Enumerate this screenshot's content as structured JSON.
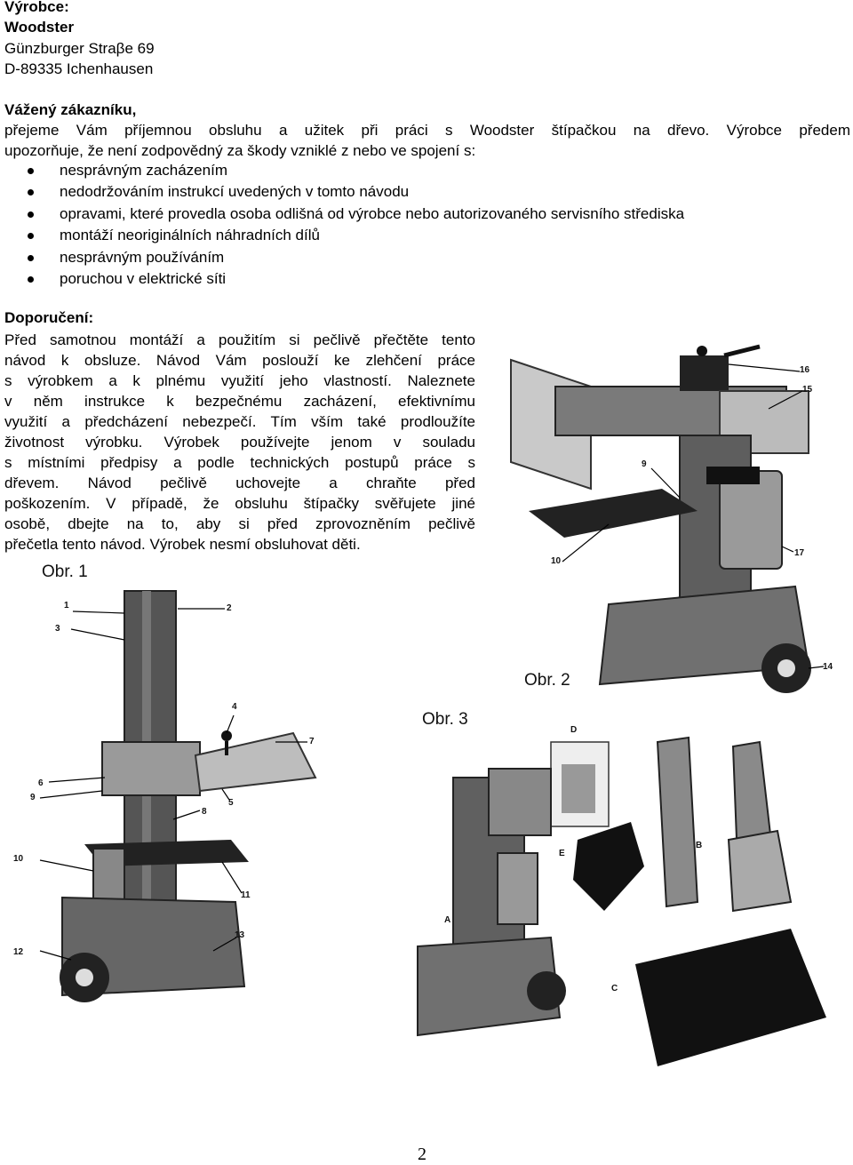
{
  "header": {
    "maker_label": "Výrobce:",
    "maker_name": "Woodster",
    "street": "Günzburger Straβe 69",
    "city": "D-89335 Ichenhausen"
  },
  "intro": {
    "greeting": "Vážený zákazníku,",
    "line1": "přejeme Vám příjemnou obsluhu a užitek při práci s Woodster štípačkou na dřevo. Výrobce předem",
    "line2": "upozorňuje, že není zodpovědný za škody vzniklé z nebo ve spojení s:",
    "bullets": [
      "nesprávným zacházením",
      "nedodržováním instrukcí uvedených v tomto návodu",
      "opravami, které provedla osoba odlišná od výrobce nebo autorizovaného servisního střediska",
      "montáží neoriginálních náhradních dílů",
      "nesprávným používáním",
      "poruchou v elektrické síti"
    ]
  },
  "recommendation": {
    "heading": "Doporučení:",
    "lines": [
      "Před samotnou montáží a použitím si pečlivě přečtěte tento",
      "návod k obsluze. Návod Vám poslouží ke zlehčení práce",
      "s výrobkem a k plnému využití jeho vlastností. Naleznete",
      "v něm instrukce k bezpečnému zacházení, efektivnímu",
      "využití a předcházení nebezpečí. Tím vším také prodloužíte",
      "životnost výrobku. Výrobek používejte jenom v souladu",
      "s místními předpisy a podle technických postupů práce s",
      "dřevem. Návod pečlivě uchovejte a chraňte před",
      "poškozením. V případě, že obsluhu štípačky svěřujete jiné",
      "osobě, dbejte na to, aby si před zprovozněním pečlivě",
      "přečetla tento návod. Výrobek nesmí obsluhovat děti."
    ]
  },
  "figures": {
    "fig1": {
      "caption": "Obr. 1",
      "labels": [
        "1",
        "2",
        "3",
        "4",
        "5",
        "6",
        "7",
        "8",
        "9",
        "10",
        "11",
        "12",
        "13"
      ]
    },
    "fig2": {
      "caption": "Obr. 2",
      "labels": [
        "16",
        "15",
        "9",
        "17",
        "10",
        "14"
      ]
    },
    "fig3": {
      "caption": "Obr. 3",
      "labels": [
        "D",
        "E",
        "B",
        "A",
        "C"
      ]
    }
  },
  "page_number": "2"
}
